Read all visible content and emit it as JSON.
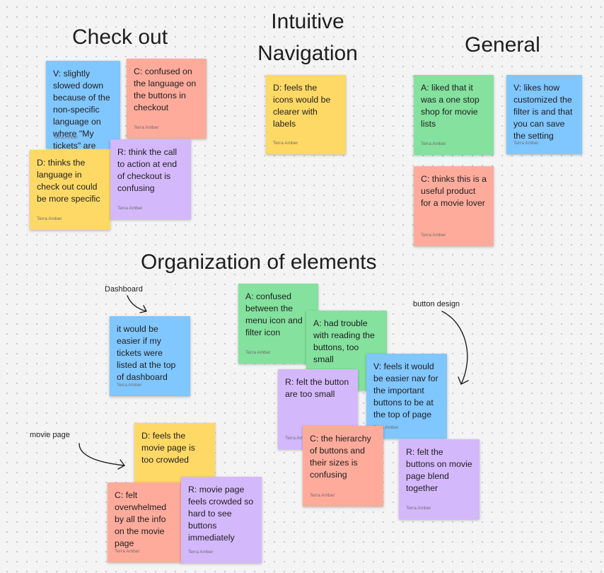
{
  "headings": {
    "checkout": "Check out",
    "intuitive_nav_line1": "Intuitive",
    "intuitive_nav_line2": "Navigation",
    "general": "General",
    "organization": "Organization of elements"
  },
  "labels": {
    "dashboard": "Dashboard",
    "button_design": "button design",
    "movie_page": "movie page"
  },
  "author": "Terra Amber",
  "notes": {
    "checkout_v": "V: slightly slowed down because of the non-specific language on where \"My tickets\" are",
    "checkout_c": "C: confused on the language on the buttons in checkout",
    "checkout_d": "D: thinks the language in check out could be more specific",
    "checkout_r": "R: think the call to action at end of checkout is confusing",
    "nav_d": "D: feels the icons would be clearer with labels",
    "general_a": "A: liked that it was a one stop shop for movie lists",
    "general_v": "V: likes how customized the filter is and that you can save the setting",
    "general_c": "C: thinks this is a useful product for a movie lover",
    "dashboard_note": "it would be easier if my tickets were listed at the top of dashboard",
    "btn_a1": "A: confused between the menu icon and filter icon",
    "btn_a2": "A: had trouble with reading the buttons, too small",
    "btn_r1": "R: felt the button are too small",
    "btn_v": "V: feels it would be easier nav for the important buttons to be at the top of page",
    "btn_c": "C: the hierarchy of buttons and their sizes is confusing",
    "btn_r2": "R: felt the buttons on movie page blend together",
    "movie_d": "D: feels the movie page is too crowded",
    "movie_c": "C: felt overwhelmed by all the info on the movie page",
    "movie_r": "R: movie page feels crowded so hard to see buttons immediately"
  },
  "colors": {
    "yellow": "#ffd966",
    "red": "#ffab9c",
    "blue": "#80c6ff",
    "purple": "#d4b8fc",
    "green": "#84e19e"
  }
}
